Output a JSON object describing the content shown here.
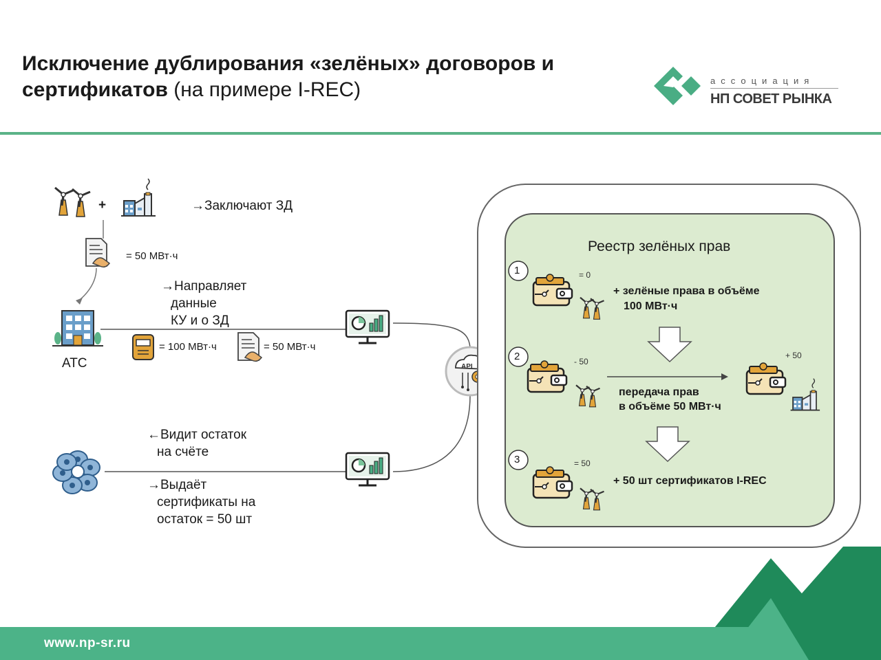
{
  "title": {
    "bold": "Исключение дублирования «зелёных» договоров и сертификатов",
    "light": "(на примере I-REC)"
  },
  "logo": {
    "small": "ассоциация",
    "big": "НП СОВЕТ РЫНКА"
  },
  "left": {
    "plus": "+",
    "contract_text": "→Заключают ЗД",
    "contract_value": "= 50 МВт·ч",
    "send_lines": [
      "→Направляет",
      "данные",
      "КУ и о ЗД"
    ],
    "ats_label": "АТС",
    "meter_value": "= 100 МВт·ч",
    "doc_value": "= 50 МВт·ч",
    "sees_lines": [
      "←Видит остаток",
      "на счёте"
    ],
    "issues_lines": [
      "→Выдаёт",
      "сертификаты на",
      "остаток = 50 шт"
    ]
  },
  "registry": {
    "title": "Реестр зелёных прав",
    "step1": {
      "num": "1",
      "balance": "= 0",
      "text": [
        "+ зелёные права в объёме",
        "100 МВт·ч"
      ]
    },
    "step2": {
      "num": "2",
      "balance": "- 50",
      "recv_balance": "+ 50",
      "text": [
        "передача прав",
        "в объёме 50 МВт·ч"
      ]
    },
    "step3": {
      "num": "3",
      "balance": "= 50",
      "text": [
        "+ 50 шт сертификатов I-REC"
      ]
    }
  },
  "footer": {
    "url": "www.np-sr.ru"
  },
  "colors": {
    "brand_green": "#4aad84",
    "footer_green": "#4cb388",
    "registry_fill": "#dcebd0",
    "dark_green": "#1f8a5a"
  }
}
